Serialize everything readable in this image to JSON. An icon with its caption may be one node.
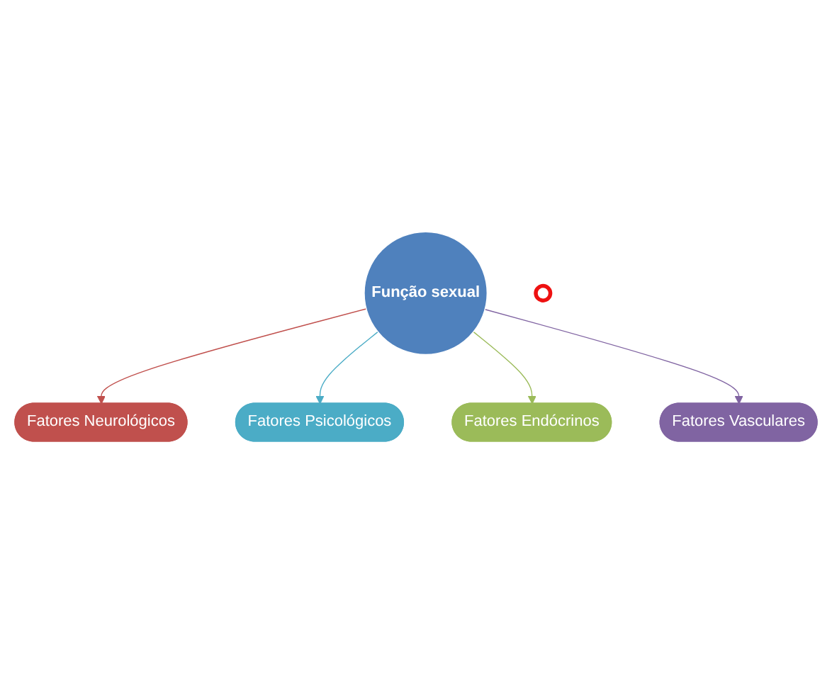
{
  "diagram": {
    "nodes": [
      {
        "text": [
          "Fatores Neurológicos"
        ]
      },
      {
        "text": [
          "Fatores Psicológicos"
        ]
      },
      {
        "text": [
          "Função sexual"
        ]
      },
      {
        "text": [
          "Fatores Endócrinos"
        ]
      },
      {
        "text": [
          "Fatores Vasculares"
        ]
      },
      {
        "text": [],
        "shape": "circle"
      }
    ],
    "edges": [
      {
        "from": 2,
        "to": 0,
        "arrow": "to",
        "color": "#c0504d"
      },
      {
        "from": 2,
        "to": 1,
        "arrow": "to",
        "color": "#4bacc6"
      },
      {
        "from": 2,
        "to": 3,
        "arrow": "to",
        "color": "#9bbb59"
      },
      {
        "from": 2,
        "to": 4,
        "arrow": "to",
        "color": "#8064a2"
      }
    ]
  }
}
